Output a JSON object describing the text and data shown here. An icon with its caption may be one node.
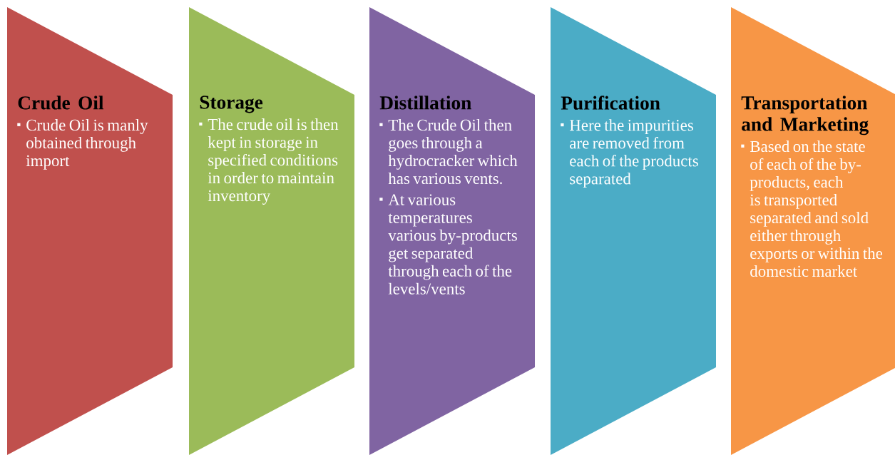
{
  "diagram": {
    "nodes": [
      {
        "text": [
          "Crude Oil",
          "Crude Oil is manly obtained through import"
        ]
      },
      {
        "text": [
          "Storage",
          "The crude oil is then kept in storage in specified conditions in order to maintain inventory"
        ]
      },
      {
        "text": [
          "Distillation",
          "The Crude Oil then goes through a hydrocracker which has various vents.",
          "At various temperatures various by-products get separated through each of the levels/vents"
        ]
      },
      {
        "text": [
          "Purification",
          "Here the impurities are removed from each of the products separated"
        ]
      },
      {
        "text": [
          "Transportation and Marketing",
          "Based on the state of each of the by-products, each is transported separated and sold either through exports or within the domestic market"
        ]
      }
    ]
  }
}
